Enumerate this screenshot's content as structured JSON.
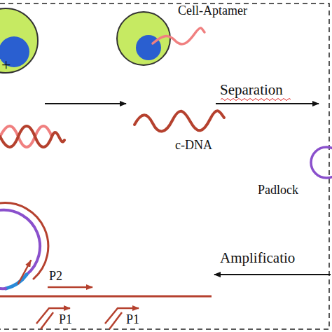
{
  "diagram": {
    "labels": [
      "Cell-Aptamer",
      "+",
      "c-DNA",
      "Separation",
      "Padlock",
      "Amplificatio",
      "P2",
      "P1",
      "P1"
    ]
  }
}
